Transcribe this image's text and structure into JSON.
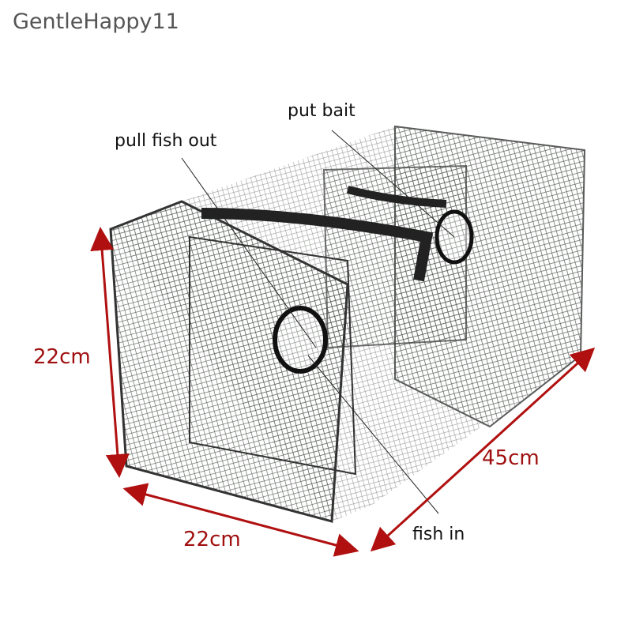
{
  "watermark": "GentleHappy11",
  "labels": {
    "put_bait": "put bait",
    "pull_fish_out": "pull fish out",
    "fish_in": "fish in"
  },
  "dimensions": {
    "height": "22cm",
    "width": "22cm",
    "length": "45cm"
  },
  "colors": {
    "dimension": "#a01010",
    "net": "#3a3f3a"
  }
}
